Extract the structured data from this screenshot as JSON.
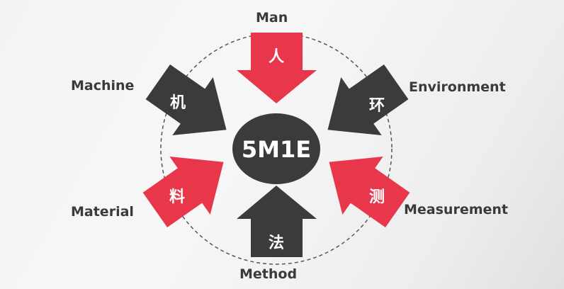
{
  "center": {
    "label": "5M1E"
  },
  "colors": {
    "red": "#e8374a",
    "dark": "#3b3b3b",
    "label": "#3a3a3a",
    "dashed_ring": "#555555"
  },
  "factors": [
    {
      "id": "man",
      "label": "Man",
      "char": "人",
      "color": "red"
    },
    {
      "id": "machine",
      "label": "Machine",
      "char": "机",
      "color": "dark"
    },
    {
      "id": "environment",
      "label": "Environment",
      "char": "环",
      "color": "dark"
    },
    {
      "id": "material",
      "label": "Material",
      "char": "料",
      "color": "red"
    },
    {
      "id": "measurement",
      "label": "Measurement",
      "char": "测",
      "color": "red"
    },
    {
      "id": "method",
      "label": "Method",
      "char": "法",
      "color": "dark"
    }
  ]
}
